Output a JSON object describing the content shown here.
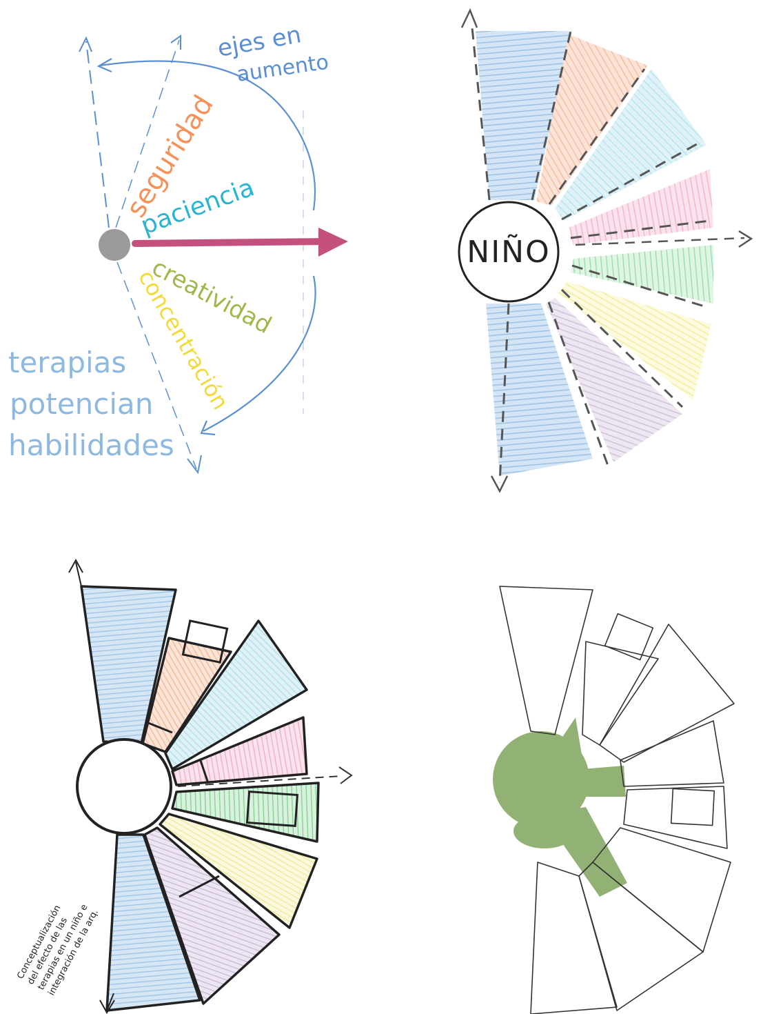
{
  "panel1": {
    "title": "ejes en aumento",
    "labels": {
      "seguridad": "seguridad",
      "paciencia": "paciencia",
      "creatividad": "creatividad",
      "concentracion": "concentración"
    },
    "side_note": [
      "terapias",
      "potencian",
      "habilidades"
    ]
  },
  "panel2": {
    "center_label": "NIÑO"
  },
  "panel3": {
    "side_note": [
      "Conceptualización",
      "del efecto de las",
      "terapias en un niño e",
      "integración de la arq."
    ]
  },
  "colors": {
    "blue": "#9cc3e6",
    "orange": "#f6b38f",
    "cyan": "#a9e0ec",
    "pink": "#f2a7c6",
    "green": "#8fd9a0",
    "yellow": "#f7f2a0",
    "purple": "#c9b7d6",
    "magenta_arrow": "#c4507d",
    "moss": "#7fa45c"
  }
}
